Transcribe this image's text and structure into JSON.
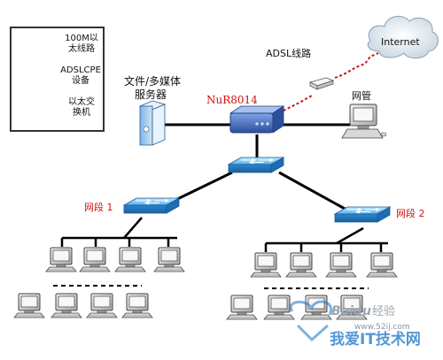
{
  "legend": {
    "line_label_1": "100M以",
    "line_label_2": "太线路",
    "adsl_label_1": "ADSLCPE",
    "adsl_label_2": "设备",
    "switch_label_1": "以太交",
    "switch_label_2": "换机"
  },
  "nodes": {
    "internet": "Internet",
    "adsl_line": "ADSL线路",
    "server_1": "文件/多媒体",
    "server_2": "服务器",
    "router": "NuR8014",
    "manager": "网管",
    "segment_1": "网段 1",
    "segment_2": "网段 2"
  },
  "watermark": {
    "baidu": "Baidu",
    "jingyan": "经验",
    "site": "www.52ij.com",
    "cn_text": "我爱IT技术网"
  },
  "colors": {
    "switch": "#2f8fd6",
    "router": "#3f67b8",
    "link": "#000000",
    "adsl_link": "#d01010",
    "label_red": "#d01010"
  }
}
